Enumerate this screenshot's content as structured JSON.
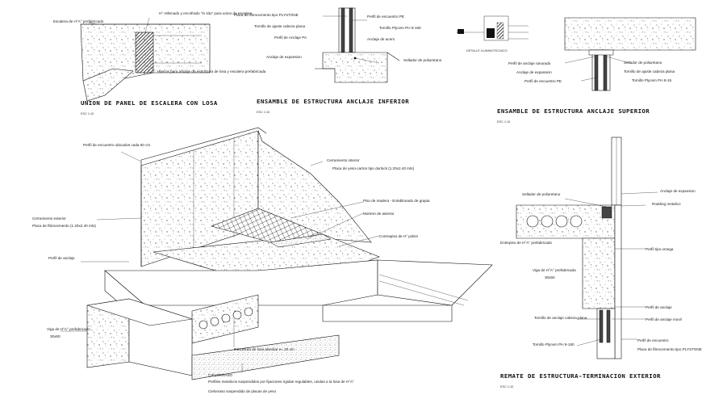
{
  "details": {
    "stair": {
      "labels": [
        "Escalera de H°A° prefabricado",
        "H° rellenado y encofrado \"in situ\" para union de escalera",
        "Hierros para anclaje de estructura de losa y escalera prefabricada"
      ],
      "title": "UNION DE PANEL DE ESCALERA CON LOSA",
      "scale": "ESC 1:10"
    },
    "lower": {
      "labels": [
        "Placa de fibrocemento tipo PLYSTONE",
        "Tornillo de ajuste cabeza plana",
        "Perfil de Anclaje PA",
        "Anclaje de expansion",
        "Perfil de encuentro PE",
        "Tornillo Plycem PH 8-160",
        "Anclaje de acero",
        "Sellador de poliuretano"
      ],
      "title": "ENSAMBLE DE ESTRUCTURA ANCLAJE INFERIOR",
      "scale": "ESC 1:10"
    },
    "upper": {
      "labels": [
        "Perfil de anclaje ranurado",
        "Anclaje de expansion",
        "Perfil de encuentro PE",
        "Sellador de poliuretano",
        "Tornillo de ajuste cabeza plana",
        "Tornillo Plycem PH 8-15"
      ],
      "small_note": "DETALLE ILUMINOTECNICO",
      "title": "ENSAMBLE DE ESTRUCTURA ANCLAJE SUPERIOR",
      "scale": "ESC 1:10"
    },
    "main": {
      "labels": [
        "Perfil de encuentro ubicados cada 60 cm",
        "Cerramiento exterior",
        "Placa de fibrocemento (1.20x2.40 mts)",
        "Perfil de anclaje",
        "Viga de H°A° prefabricado",
        "30x60",
        "Cerramiento interior",
        "Placa de yeso-carton tipo durlock (1.20x2.40 mts)",
        "Piso de madera - Entablonado de grapia",
        "Mortero de asiento",
        "Contrapiso de H° pobre",
        "Estructura de losa alveolar e= 20 cm",
        "CIELORRASO",
        "Perfiles metalicos suspendidos por fijaciones rigidas regulables, unidas a la losa de H°A°",
        "Cielorraso suspendido de placas de yeso"
      ]
    },
    "edge": {
      "labels": [
        "Sellador de poliuretano",
        "Anclaje de expansion",
        "Rodding metalico",
        "Entrepiso de H°A° prefabricado",
        "Perfil tipo omega",
        "Viga de H°A° prefabricada",
        "30x60",
        "Perfil de anclaje",
        "Tornillo de anclaje cabeza plana",
        "Perfil de anclaje movil",
        "Tornillo Plycem PH 8-160",
        "Perfil de encuentro",
        "Placa de fibrocemento tipo PLYSTONE"
      ],
      "title": "REMATE DE ESTRUCTURA-TERMINACION EXTERIOR",
      "scale": "ESC 1:10"
    }
  }
}
